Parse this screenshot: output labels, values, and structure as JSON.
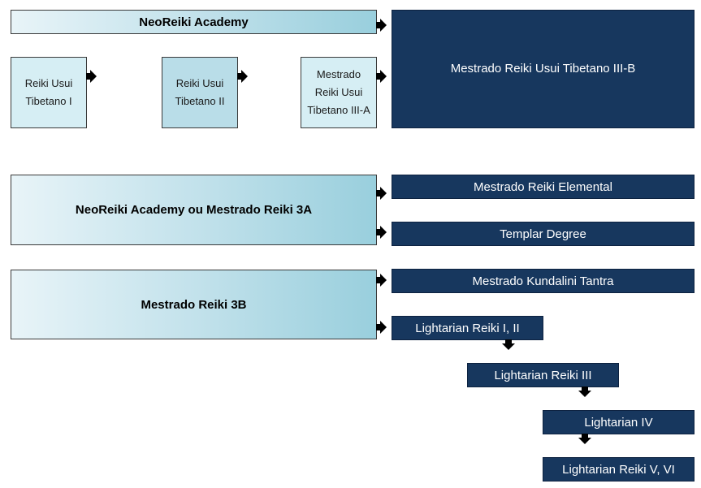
{
  "top": {
    "header": "NeoReiki Academy",
    "level1": "Reiki Usui Tibetano I",
    "level2": "Reiki Usui Tibetano II",
    "level3a": "Mestrado Reiki Usui Tibetano III-A",
    "level3b": "Mestrado Reiki Usui Tibetano III-B"
  },
  "middle": {
    "source": "NeoReiki Academy ou Mestrado Reiki 3A",
    "elemental": "Mestrado Reiki Elemental",
    "templar": "Templar Degree"
  },
  "bottom": {
    "source": "Mestrado Reiki 3B",
    "kundalini": "Mestrado Kundalini Tantra",
    "lightarian_1_2": "Lightarian Reiki I, II",
    "lightarian_3": "Lightarian Reiki III",
    "lightarian_4": "Lightarian IV",
    "lightarian_5_6": "Lightarian Reiki V, VI"
  },
  "colors": {
    "dark_node": "#17375e",
    "light_gradient_start": "#e8f4f8",
    "light_gradient_end": "#99cfdd",
    "arrow": "#000000"
  }
}
